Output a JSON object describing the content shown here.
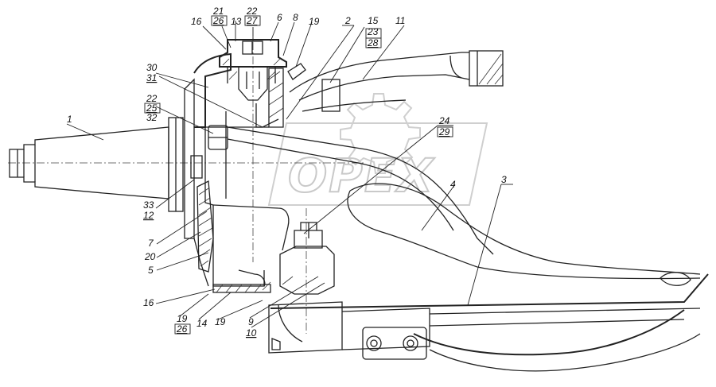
{
  "diagram": {
    "watermark": {
      "text": "OPEX"
    },
    "callouts": [
      {
        "id": "c1",
        "label": "1"
      },
      {
        "id": "c2",
        "label": "2"
      },
      {
        "id": "c3",
        "label": "3"
      },
      {
        "id": "c4",
        "label": "4"
      },
      {
        "id": "c5",
        "label": "5"
      },
      {
        "id": "c6",
        "label": "6"
      },
      {
        "id": "c7",
        "label": "7"
      },
      {
        "id": "c8",
        "label": "8"
      },
      {
        "id": "c9",
        "label": "9"
      },
      {
        "id": "c10",
        "label": "10"
      },
      {
        "id": "c11",
        "label": "11"
      },
      {
        "id": "c12",
        "label": "12"
      },
      {
        "id": "c13",
        "label": "13"
      },
      {
        "id": "c14",
        "label": "14"
      },
      {
        "id": "c15",
        "label": "15"
      },
      {
        "id": "c16a",
        "label": "16"
      },
      {
        "id": "c16b",
        "label": "16"
      },
      {
        "id": "c19a",
        "label": "19"
      },
      {
        "id": "c19b",
        "label": "19"
      },
      {
        "id": "c19c",
        "label": "19"
      },
      {
        "id": "c20",
        "label": "20"
      },
      {
        "id": "c21",
        "label": "21"
      },
      {
        "id": "c22a",
        "label": "22"
      },
      {
        "id": "c22b",
        "label": "22"
      },
      {
        "id": "c23",
        "label": "23"
      },
      {
        "id": "c24",
        "label": "24"
      },
      {
        "id": "c25",
        "label": "25"
      },
      {
        "id": "c26a",
        "label": "26"
      },
      {
        "id": "c26b",
        "label": "26"
      },
      {
        "id": "c27",
        "label": "27"
      },
      {
        "id": "c28",
        "label": "28"
      },
      {
        "id": "c29",
        "label": "29"
      },
      {
        "id": "c30",
        "label": "30"
      },
      {
        "id": "c31",
        "label": "31"
      },
      {
        "id": "c32",
        "label": "32"
      },
      {
        "id": "c33",
        "label": "33"
      }
    ]
  }
}
